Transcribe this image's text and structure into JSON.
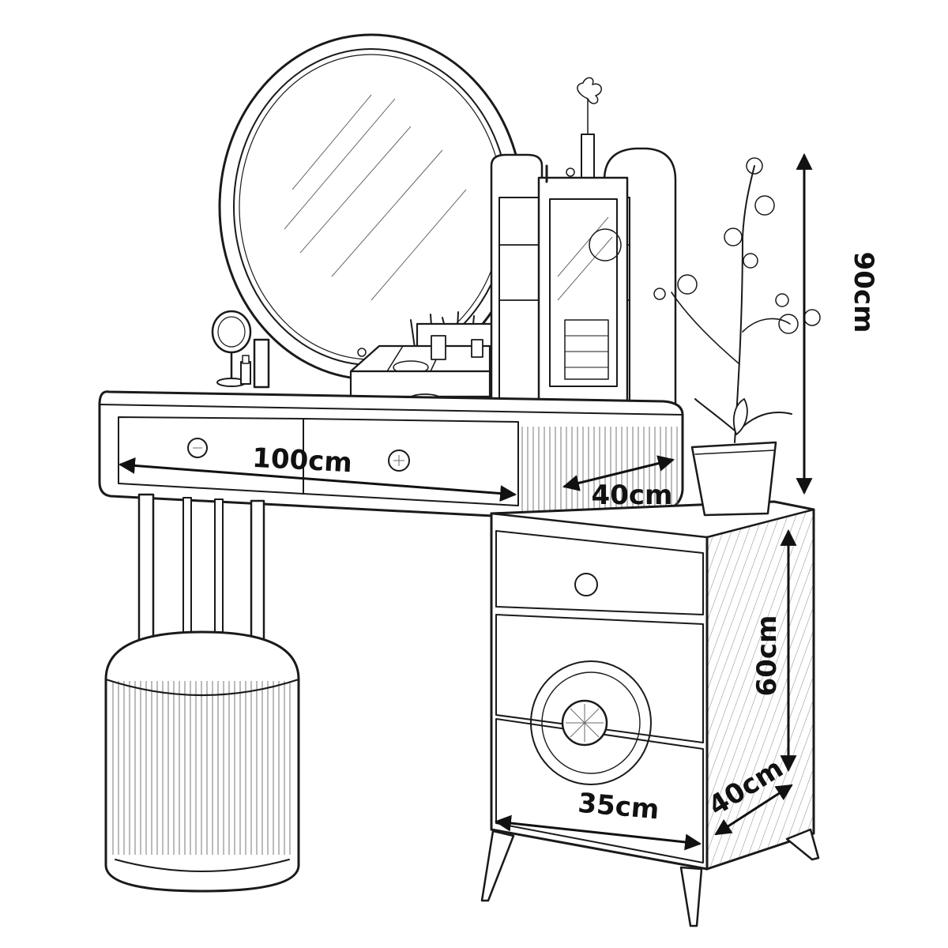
{
  "dimensions": {
    "total_height": "90cm",
    "table_width": "100cm",
    "top_depth": "40cm",
    "cabinet_height": "60cm",
    "cabinet_width": "35cm",
    "cabinet_depth": "40cm"
  },
  "colors": {
    "ink": "#1a1a1a",
    "background": "#ffffff"
  }
}
